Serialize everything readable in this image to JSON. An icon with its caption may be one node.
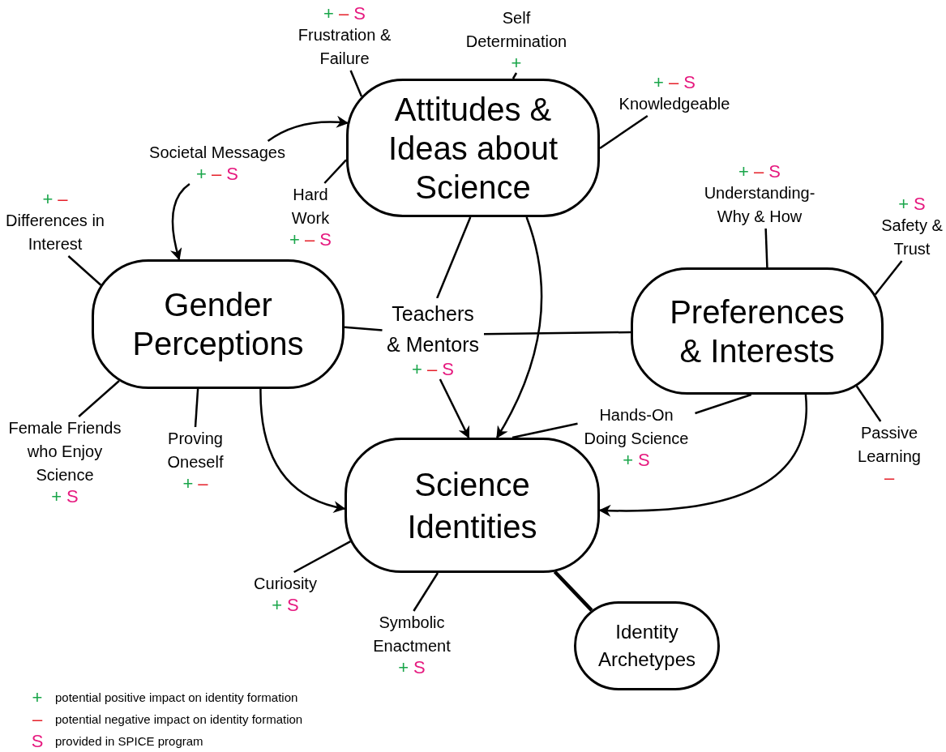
{
  "diagram": {
    "nodes": [
      {
        "text": [
          "Attitudes & Ideas about Science"
        ]
      },
      {
        "text": [
          "Frustration & Failure"
        ],
        "beside": [
          "+",
          "–",
          "S"
        ]
      },
      {
        "text": [
          "Self Determination"
        ],
        "beside": [
          "+"
        ]
      },
      {
        "text": [
          "Knowledgeable"
        ],
        "beside": [
          "+",
          "–",
          "S"
        ]
      },
      {
        "text": [
          "Societal Messages"
        ],
        "beside": [
          "+",
          "–",
          "S"
        ]
      },
      {
        "text": [
          "Hard Work"
        ],
        "beside": [
          "+",
          "–",
          "S"
        ]
      },
      {
        "text": [
          "Differences in Interest"
        ],
        "beside": [
          "+",
          "–"
        ]
      },
      {
        "text": [
          "Gender Perceptions"
        ]
      },
      {
        "text": [
          "Understanding- Why & How"
        ],
        "beside": [
          "+",
          "–",
          "S"
        ]
      },
      {
        "text": [
          "Safety & Trust"
        ],
        "beside": [
          "+",
          "S"
        ]
      },
      {
        "text": [
          "Teachers & Mentors"
        ],
        "beside": [
          "+",
          "–",
          "S"
        ]
      },
      {
        "text": [
          "Preferences & Interests"
        ]
      },
      {
        "text": [
          "Female Friends who Enjoy Science"
        ],
        "beside": [
          "+",
          "S"
        ]
      },
      {
        "text": [
          "Proving Oneself"
        ],
        "beside": [
          "+",
          "–"
        ]
      },
      {
        "text": [
          "Hands-On Doing Science"
        ],
        "beside": [
          "+",
          "S"
        ]
      },
      {
        "text": [
          "Passive Learning"
        ],
        "beside": [
          "–"
        ]
      },
      {
        "text": [
          "Science Identities"
        ]
      },
      {
        "text": [
          "Curiosity"
        ],
        "beside": [
          "+",
          "S"
        ]
      },
      {
        "text": [
          "Symbolic Enactment"
        ],
        "beside": [
          "+",
          "S"
        ]
      },
      {
        "text": [
          "Identity Archetypes"
        ]
      }
    ],
    "edges": [
      {
        "from": 1,
        "to": 0,
        "arrow": "none"
      },
      {
        "from": 2,
        "to": 0,
        "arrow": "none"
      },
      {
        "from": 3,
        "to": 0,
        "arrow": "none"
      },
      {
        "from": 5,
        "to": 0,
        "arrow": "none"
      },
      {
        "from": 4,
        "to": 0,
        "arrow": "to"
      },
      {
        "from": 4,
        "to": 7,
        "arrow": "to"
      },
      {
        "from": 6,
        "to": 7,
        "arrow": "none"
      },
      {
        "from": 0,
        "to": 10,
        "arrow": "none"
      },
      {
        "from": 7,
        "to": 10,
        "arrow": "none"
      },
      {
        "from": 10,
        "to": 11,
        "arrow": "none"
      },
      {
        "from": 10,
        "to": 16,
        "arrow": "to"
      },
      {
        "from": 0,
        "to": 16,
        "arrow": "to"
      },
      {
        "from": 7,
        "to": 16,
        "arrow": "to"
      },
      {
        "from": 11,
        "to": 16,
        "arrow": "to"
      },
      {
        "from": 11,
        "to": 14,
        "arrow": "none"
      },
      {
        "from": 14,
        "to": 16,
        "arrow": "none"
      },
      {
        "from": 8,
        "to": 11,
        "arrow": "none"
      },
      {
        "from": 9,
        "to": 11,
        "arrow": "none"
      },
      {
        "from": 15,
        "to": 11,
        "arrow": "none"
      },
      {
        "from": 12,
        "to": 7,
        "arrow": "none"
      },
      {
        "from": 13,
        "to": 7,
        "arrow": "none"
      },
      {
        "from": 17,
        "to": 16,
        "arrow": "none"
      },
      {
        "from": 18,
        "to": 16,
        "arrow": "none"
      },
      {
        "from": 16,
        "to": 19,
        "arrow": "none",
        "style": "thick"
      }
    ],
    "labels": [
      "+",
      "–",
      "S"
    ],
    "legend": [
      {
        "text": "potential positive impact on identity formation",
        "color": "#1aa64a"
      },
      {
        "text": "potential negative impact on identity formation",
        "color": "#e5202a"
      },
      {
        "text": "provided in SPICE program",
        "color": "#e6197f"
      }
    ]
  }
}
